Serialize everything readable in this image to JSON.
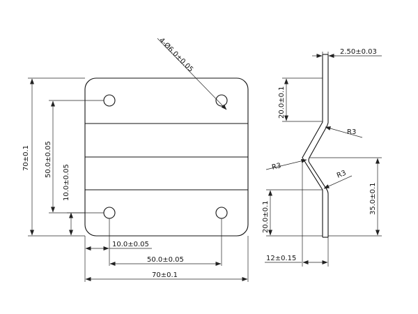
{
  "front_view": {
    "width_total": "70±0.1",
    "height_total": "70±0.1",
    "hole_spacing_h": "50.0±0.05",
    "hole_spacing_v": "50.0±0.05",
    "hole_edge_h": "10.0±0.05",
    "hole_edge_v": "10.0±0.05",
    "hole_callout": "4-Ø6.0±0.05"
  },
  "side_view": {
    "thickness": "2.50±0.03",
    "top_flange": "20.0±0.1",
    "bottom_flange": "20.0±0.1",
    "bend_height": "35.0±0.1",
    "offset": "12±0.15",
    "radius_1": "R3",
    "radius_2": "R3",
    "radius_3": "R3"
  }
}
